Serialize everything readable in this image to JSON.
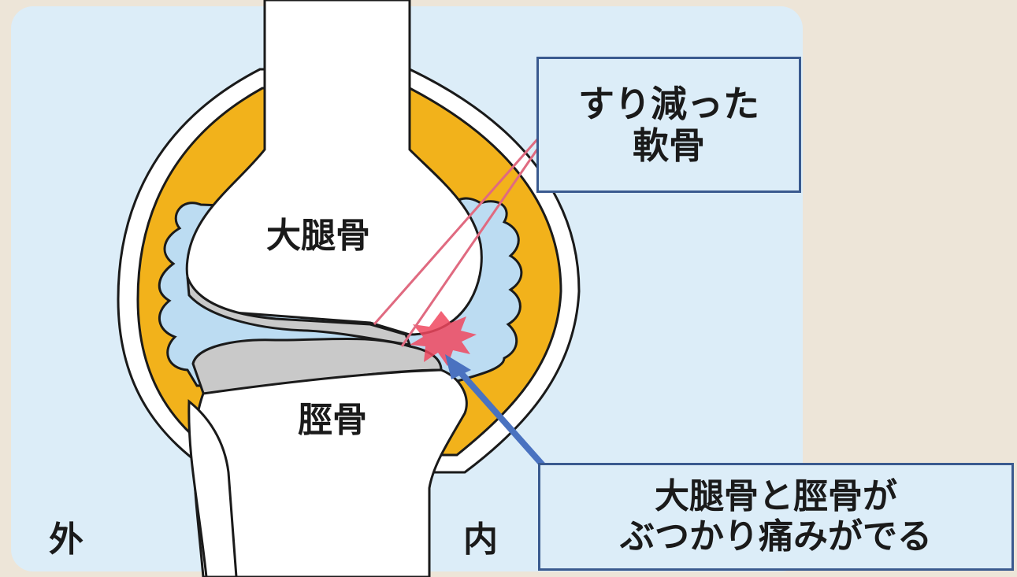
{
  "labels": {
    "femur": "大腿骨",
    "tibia": "脛骨",
    "outer": "外",
    "inner": "内"
  },
  "callouts": {
    "worn_cartilage": {
      "line1": "すり減った",
      "line2": "軟骨"
    },
    "pain": {
      "line1": "大腿骨と脛骨が",
      "line2": "ぶつかり痛みがでる"
    }
  },
  "colors": {
    "page_background": "#ede5d8",
    "panel_background": "#dcedf8",
    "fat_pad": "#f2b21b",
    "bone": "#ffffff",
    "cartilage": "#c9c9c9",
    "synovial_fluid": "#bcdcf2",
    "pain_burst": "#f0485f",
    "callout_border": "#3a5a8f",
    "leader_line": "#e06a80",
    "pain_arrow": "#4a72c0"
  }
}
